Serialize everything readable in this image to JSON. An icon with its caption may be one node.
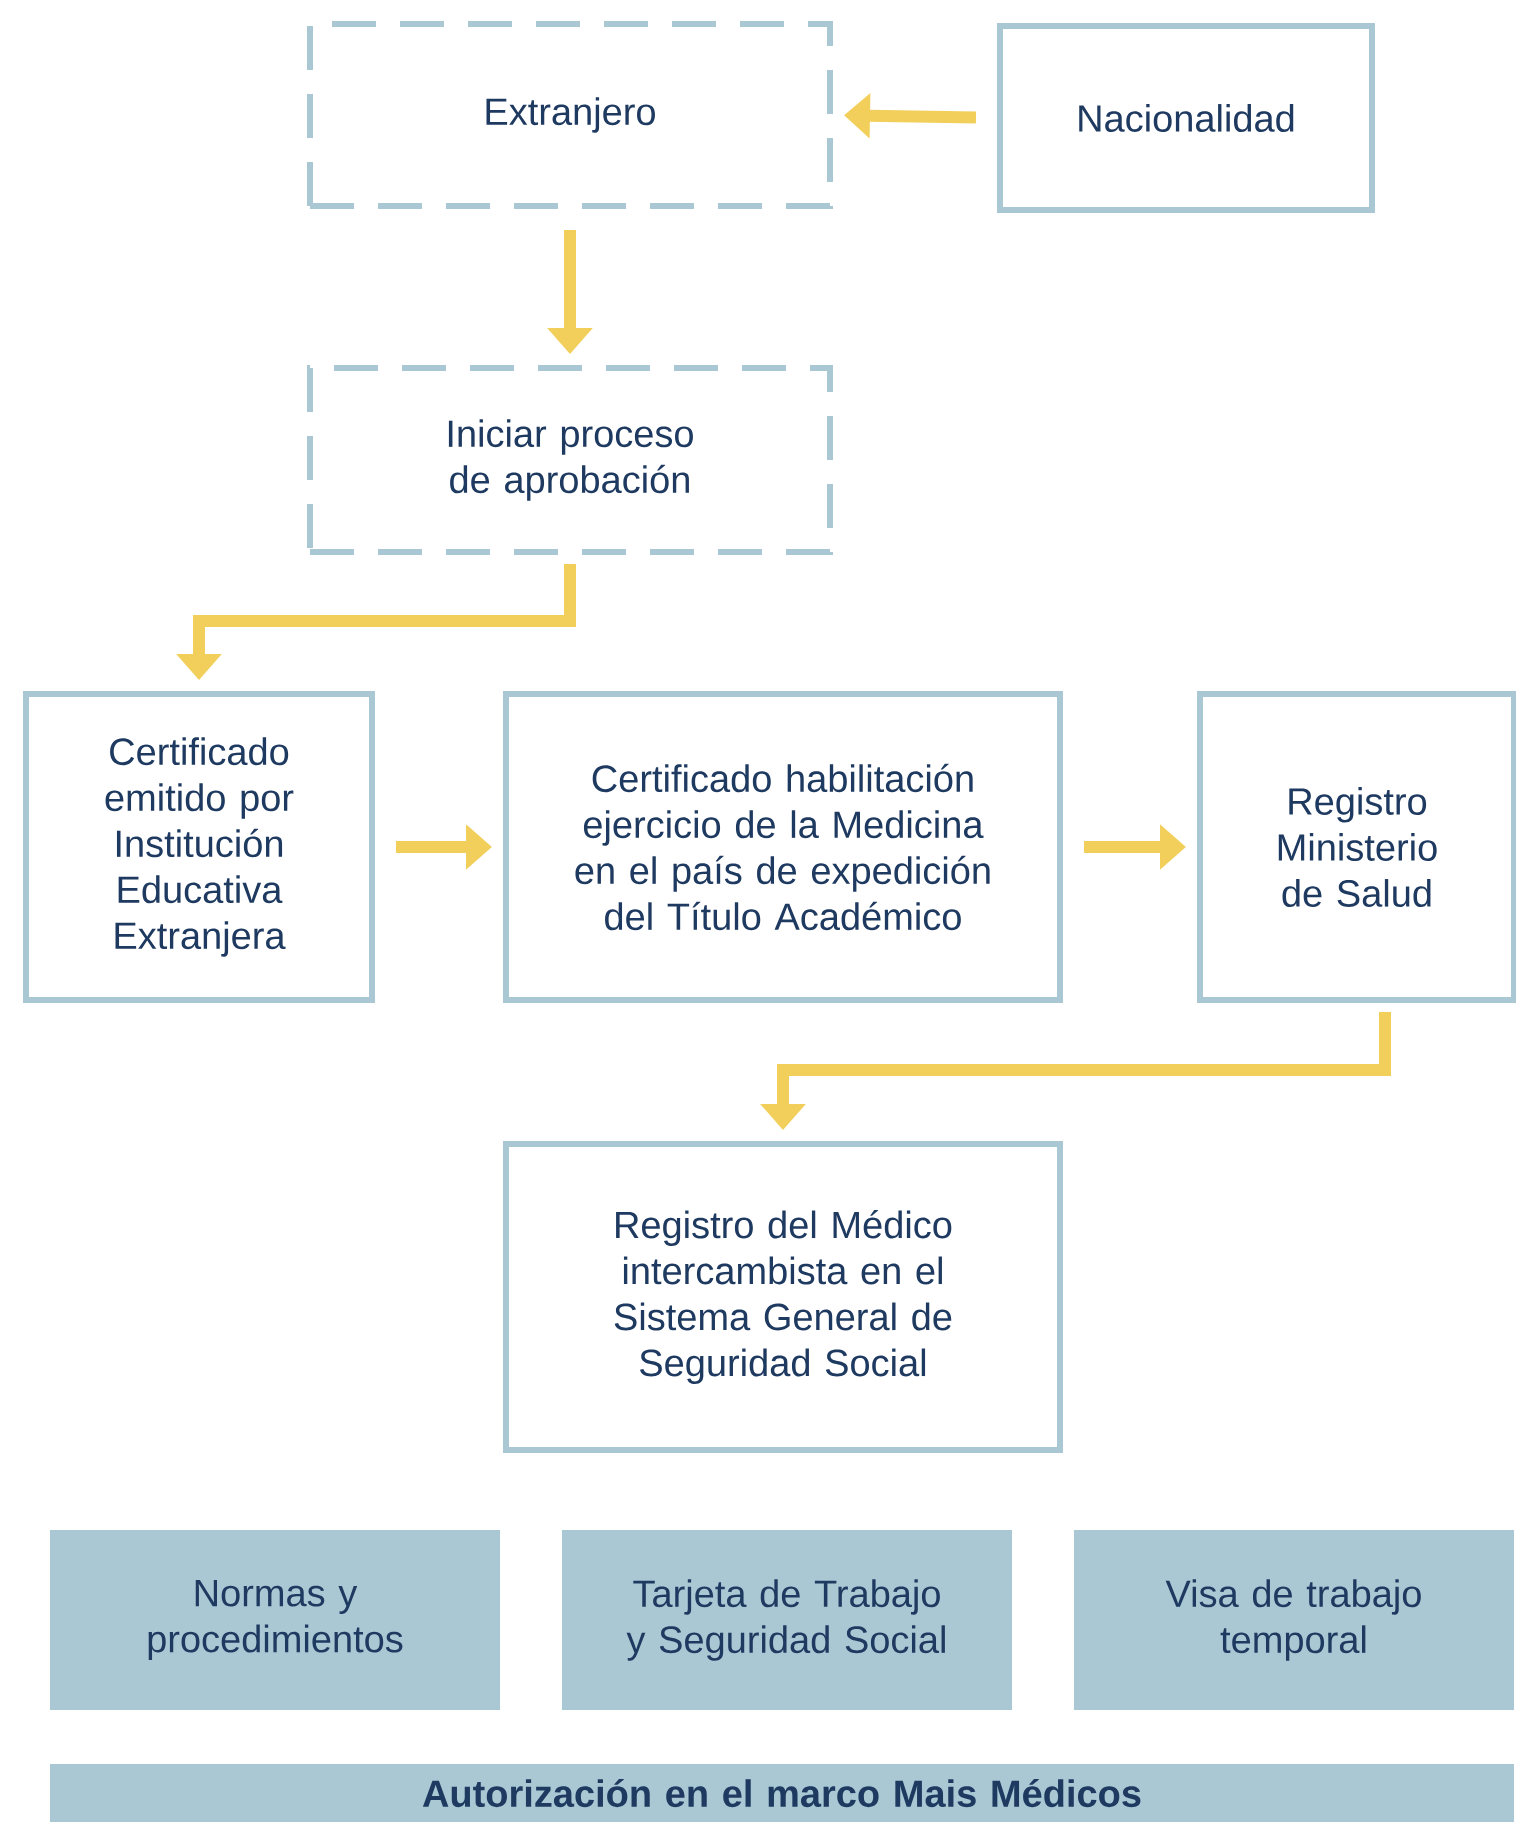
{
  "diagram": {
    "nodes": [
      {
        "text": [
          "Extranjero"
        ]
      },
      {
        "text": [
          "Nacionalidad"
        ]
      },
      {
        "text": [
          "Iniciar proceso de aprobación"
        ]
      },
      {
        "text": [
          "Certificado emitido por Institución Educativa Extranjera"
        ]
      },
      {
        "text": [
          "Certificado habilitación ejercicio de la Medicina en el país de expedición del Título Académico"
        ]
      },
      {
        "text": [
          "Registro Ministerio de Salud"
        ]
      },
      {
        "text": [
          "Registro del Médico intercambista en el Sistema General de Seguridad Social"
        ]
      },
      {
        "text": [
          "Normas y procedimientos"
        ]
      },
      {
        "text": [
          "Tarjeta de Trabajo y Seguridad Social"
        ]
      },
      {
        "text": [
          "Visa de trabajo temporal"
        ]
      },
      {
        "text": [
          "Autorización en el marco Mais Médicos"
        ]
      }
    ],
    "edges": [
      {
        "from": 1,
        "to": 0,
        "arrow": "to"
      },
      {
        "from": 0,
        "to": 2,
        "arrow": "to"
      },
      {
        "from": 2,
        "to": 3,
        "arrow": "to"
      },
      {
        "from": 3,
        "to": 4,
        "arrow": "to"
      },
      {
        "from": 4,
        "to": 5,
        "arrow": "to"
      },
      {
        "from": 5,
        "to": 6,
        "arrow": "to"
      }
    ]
  }
}
